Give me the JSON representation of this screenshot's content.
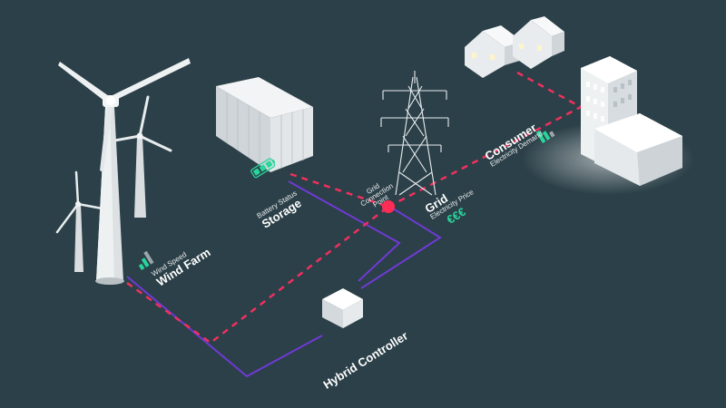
{
  "labels": {
    "wind_farm": {
      "title": "Wind Farm",
      "sub": "Wind Speed"
    },
    "storage": {
      "title": "Storage",
      "sub": "Battery Status"
    },
    "grid": {
      "title": "Grid",
      "sub": "Electricity Price",
      "price": "€€€"
    },
    "grid_point": {
      "line1": "Grid",
      "line2": "Connection",
      "line3": "Point"
    },
    "consumer": {
      "title": "Consumer",
      "sub": "Electricity Demand"
    },
    "controller": {
      "title": "Hybrid Controller"
    }
  },
  "colors": {
    "background": "#2b4048",
    "power_line": "#f0305e",
    "control_line": "#6f3ad4",
    "indicator": "#2ad59c",
    "connection_point": "#ff2d55"
  }
}
